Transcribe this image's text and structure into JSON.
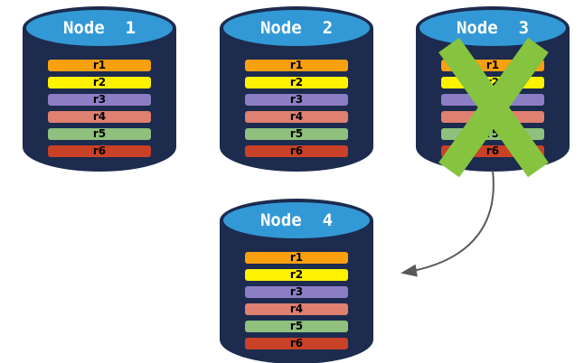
{
  "colors": {
    "body_navy": "#1C2B4E",
    "lid_blue": "#3399D6",
    "x_green": "#86C440",
    "arrow_gray": "#595959"
  },
  "nodes": [
    {
      "label": "Node  1",
      "failed": false,
      "rows": [
        {
          "label": "r1",
          "color": "#F9A00F"
        },
        {
          "label": "r2",
          "color": "#FFF200"
        },
        {
          "label": "r3",
          "color": "#8C7EC4"
        },
        {
          "label": "r4",
          "color": "#E08070"
        },
        {
          "label": "r5",
          "color": "#8FC07D"
        },
        {
          "label": "r6",
          "color": "#C94127"
        }
      ]
    },
    {
      "label": "Node  2",
      "failed": false,
      "rows": [
        {
          "label": "r1",
          "color": "#F9A00F"
        },
        {
          "label": "r2",
          "color": "#FFF200"
        },
        {
          "label": "r3",
          "color": "#8C7EC4"
        },
        {
          "label": "r4",
          "color": "#E08070"
        },
        {
          "label": "r5",
          "color": "#8FC07D"
        },
        {
          "label": "r6",
          "color": "#C94127"
        }
      ]
    },
    {
      "label": "Node  3",
      "failed": true,
      "rows": [
        {
          "label": "r1",
          "color": "#F9A00F"
        },
        {
          "label": "r2",
          "color": "#FFF200"
        },
        {
          "label": "r3",
          "color": "#8C7EC4"
        },
        {
          "label": "r4",
          "color": "#E08070"
        },
        {
          "label": "r5",
          "color": "#8FC07D"
        },
        {
          "label": "r6",
          "color": "#C94127"
        }
      ]
    },
    {
      "label": "Node  4",
      "failed": false,
      "rows": [
        {
          "label": "r1",
          "color": "#F9A00F"
        },
        {
          "label": "r2",
          "color": "#FFF200"
        },
        {
          "label": "r3",
          "color": "#8C7EC4"
        },
        {
          "label": "r4",
          "color": "#E08070"
        },
        {
          "label": "r5",
          "color": "#8FC07D"
        },
        {
          "label": "r6",
          "color": "#C94127"
        }
      ]
    }
  ],
  "arrow": {
    "from": "Node 3",
    "to": "Node 4"
  }
}
